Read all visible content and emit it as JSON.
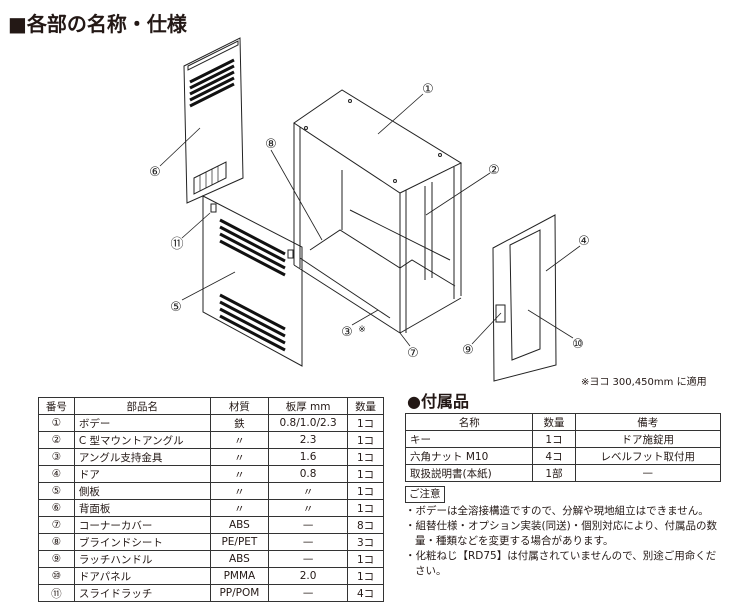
{
  "title": "■各部の名称・仕様",
  "diagram": {
    "callouts": [
      "①",
      "②",
      "③",
      "④",
      "⑤",
      "⑥",
      "⑦",
      "⑧",
      "⑨",
      "⑩",
      "⑪"
    ],
    "callout3_mark": "※"
  },
  "footnote": "※ヨコ 300,450mm に適用",
  "parts_table": {
    "headers": [
      "番号",
      "部品名",
      "材質",
      "板厚 mm",
      "数量"
    ],
    "rows": [
      [
        "①",
        "ボデー",
        "鉄",
        "0.8/1.0/2.3",
        "1コ"
      ],
      [
        "②",
        "C 型マウントアングル",
        "〃",
        "2.3",
        "1コ"
      ],
      [
        "③",
        "アングル支持金具",
        "〃",
        "1.6",
        "1コ"
      ],
      [
        "④",
        "ドア",
        "〃",
        "0.8",
        "1コ"
      ],
      [
        "⑤",
        "側板",
        "〃",
        "〃",
        "1コ"
      ],
      [
        "⑥",
        "背面板",
        "〃",
        "〃",
        "1コ"
      ],
      [
        "⑦",
        "コーナーカバー",
        "ABS",
        "—",
        "8コ"
      ],
      [
        "⑧",
        "ブラインドシート",
        "PE/PET",
        "—",
        "3コ"
      ],
      [
        "⑨",
        "ラッチハンドル",
        "ABS",
        "—",
        "1コ"
      ],
      [
        "⑩",
        "ドアパネル",
        "PMMA",
        "2.0",
        "1コ"
      ],
      [
        "⑪",
        "スライドラッチ",
        "PP/POM",
        "—",
        "4コ"
      ]
    ]
  },
  "accessories": {
    "title": "●付属品",
    "headers": [
      "名称",
      "数量",
      "備考"
    ],
    "rows": [
      [
        "キー",
        "1コ",
        "ドア施錠用"
      ],
      [
        "六角ナット M10",
        "4コ",
        "レベルフット取付用"
      ],
      [
        "取扱説明書(本紙)",
        "1部",
        "—"
      ]
    ]
  },
  "notes": {
    "heading": "ご注意",
    "items": [
      "・ボデーは全溶接構造ですので、分解や現地組立はできません。",
      "・組替仕様・オプション実装(同送)・個別対応により、付属品の数量・種類などを変更する場合があります。",
      "・化粧ねじ【RD75】は付属されていませんので、別途ご用命ください。"
    ]
  }
}
